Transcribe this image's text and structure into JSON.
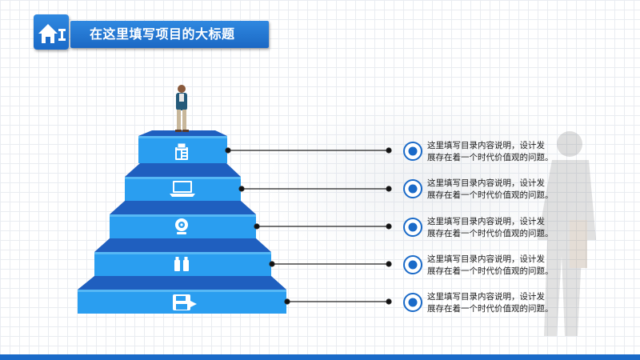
{
  "header": {
    "title": "在这里填写项目的大标题",
    "icon": "home-icon"
  },
  "colors": {
    "primary": "#1a6ac8",
    "step_top": "#1f5fbf",
    "step_front": "#2a9ef0",
    "text": "#1a1a1a"
  },
  "steps": [
    {
      "icon": "fax-icon"
    },
    {
      "icon": "laptop-icon"
    },
    {
      "icon": "webcam-icon"
    },
    {
      "icon": "usb-drive-icon"
    },
    {
      "icon": "floppy-disk-icon"
    }
  ],
  "items": [
    {
      "line1": "这里填写目录内容说明，设计发",
      "line2": "展存在着一个时代价值观的问题。"
    },
    {
      "line1": "这里填写目录内容说明，设计发",
      "line2": "展存在着一个时代价值观的问题。"
    },
    {
      "line1": "这里填写目录内容说明，设计发",
      "line2": "展存在着一个时代价值观的问题。"
    },
    {
      "line1": "这里填写目录内容说明，设计发",
      "line2": "展存在着一个时代价值观的问题。"
    },
    {
      "line1": "这里填写目录内容说明，设计发",
      "line2": "展存在着一个时代价值观的问题。"
    }
  ]
}
